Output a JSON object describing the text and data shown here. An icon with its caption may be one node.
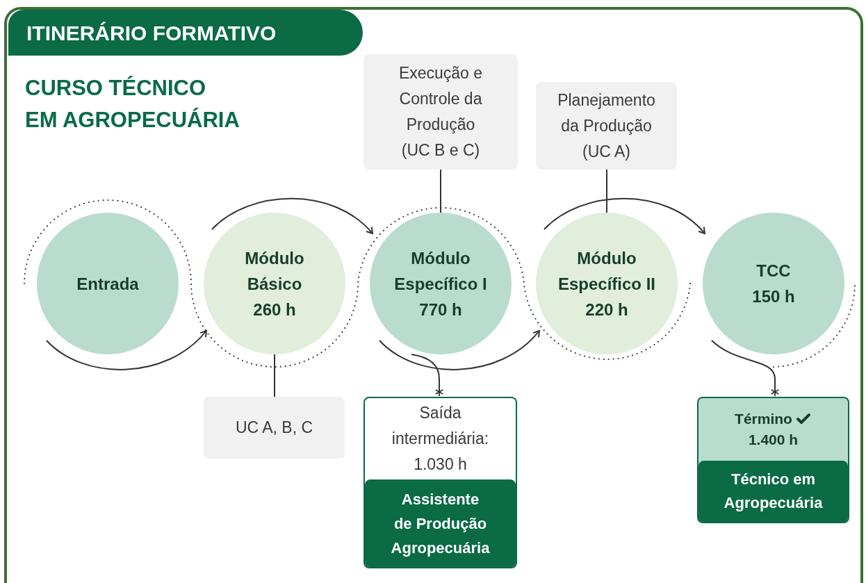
{
  "diagram": {
    "title": "ITINERÁRIO FORMATIVO",
    "nodes": [
      {
        "text": [
          "Entrada"
        ]
      },
      {
        "text": [
          "Módulo Básico 260 h"
        ]
      },
      {
        "text": [
          "Módulo Específico I 770 h"
        ]
      },
      {
        "text": [
          "Módulo Específico II 220 h"
        ]
      },
      {
        "text": [
          "TCC 150 h"
        ]
      },
      {
        "text": [
          "Execução e Controle da Produção (UC B e C)"
        ]
      },
      {
        "text": [
          "Planejamento da Produção (UC A)"
        ]
      },
      {
        "text": [
          "UC A, B, C"
        ]
      },
      {
        "text": [
          "Saída intermediária: 1.030 h",
          "Assistente de Produção Agropecuária"
        ]
      },
      {
        "text": [
          "Término",
          "1.400 h",
          "Técnico em Agropecuária"
        ]
      }
    ],
    "edges": [
      {
        "from": 0,
        "to": 1,
        "arrow": "to"
      },
      {
        "from": 1,
        "to": 2,
        "arrow": "to"
      },
      {
        "from": 2,
        "to": 3,
        "arrow": "to"
      },
      {
        "from": 3,
        "to": 4,
        "arrow": "to"
      },
      {
        "from": 5,
        "to": 2,
        "arrow": "none"
      },
      {
        "from": 6,
        "to": 3,
        "arrow": "none"
      },
      {
        "from": 1,
        "to": 7,
        "arrow": "none"
      },
      {
        "from": 2,
        "to": 8,
        "arrow": "other"
      },
      {
        "from": 4,
        "to": 9,
        "arrow": "other"
      }
    ],
    "labels": [
      "CURSO TÉCNICO EM AGROPECUÁRIA"
    ]
  }
}
